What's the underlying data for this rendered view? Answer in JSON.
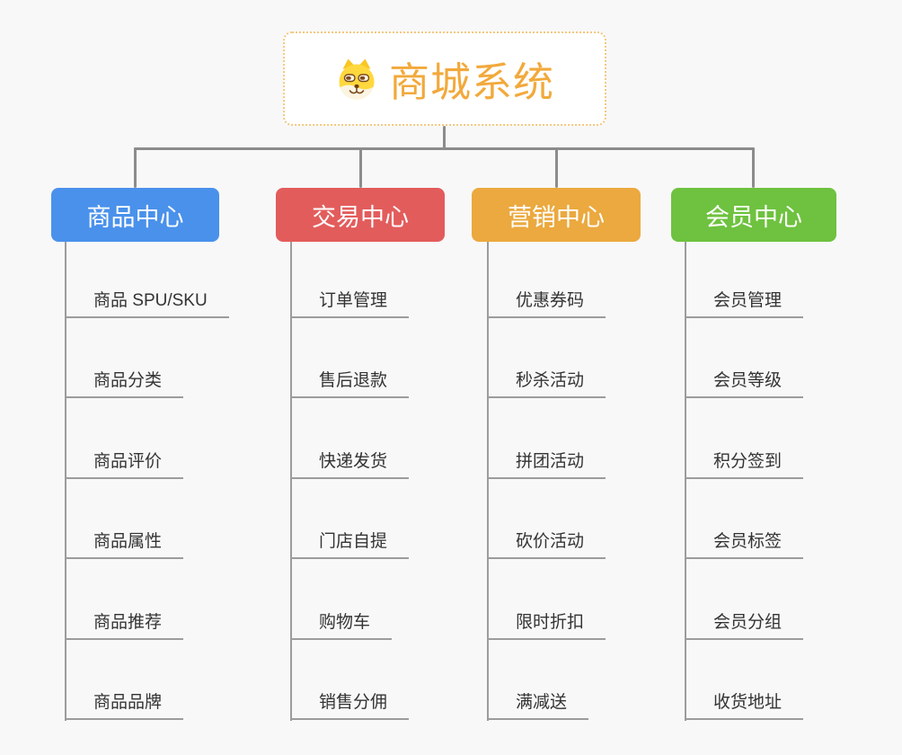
{
  "root": {
    "label": "商城系统",
    "icon": "dog-face-icon",
    "text_color": "#F2A93B",
    "border_color": "#F3C87E"
  },
  "theme": {
    "background": "#F8F8F8",
    "connector_color": "#8C8C8C",
    "underline_color": "#9C9C9C",
    "item_text_color": "#333333",
    "header_text_color": "#FFFFFF"
  },
  "branches": [
    {
      "label": "商品中心",
      "color": "#4A91EB",
      "items": [
        "商品 SPU/SKU",
        "商品分类",
        "商品评价",
        "商品属性",
        "商品推荐",
        "商品品牌"
      ]
    },
    {
      "label": "交易中心",
      "color": "#E35C5C",
      "items": [
        "订单管理",
        "售后退款",
        "快递发货",
        "门店自提",
        "购物车",
        "销售分佣"
      ]
    },
    {
      "label": "营销中心",
      "color": "#EBA93F",
      "items": [
        "优惠券码",
        "秒杀活动",
        "拼团活动",
        "砍价活动",
        "限时折扣",
        "满减送"
      ]
    },
    {
      "label": "会员中心",
      "color": "#6EC23F",
      "items": [
        "会员管理",
        "会员等级",
        "积分签到",
        "会员标签",
        "会员分组",
        "收货地址"
      ]
    }
  ]
}
